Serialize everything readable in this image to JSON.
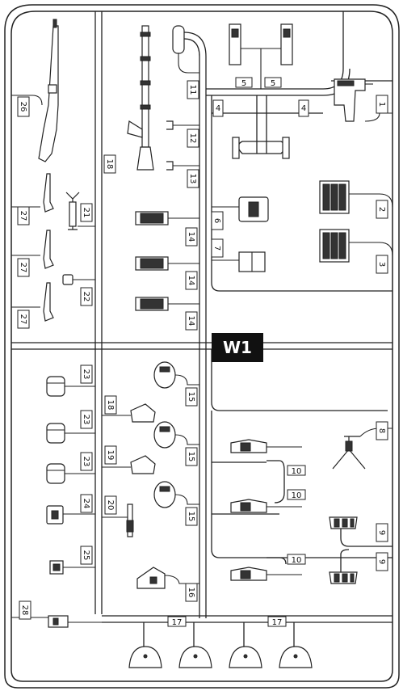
{
  "sprue_id": "W1",
  "part_numbers": {
    "p1": "1",
    "p2": "2",
    "p3": "3",
    "p4a": "4",
    "p4b": "4",
    "p5a": "5",
    "p5b": "5",
    "p6": "6",
    "p7": "7",
    "p8": "8",
    "p9a": "9",
    "p9b": "9",
    "p10a": "10",
    "p10b": "10",
    "p10c": "10",
    "p11": "11",
    "p12": "12",
    "p13": "13",
    "p14a": "14",
    "p14b": "14",
    "p14c": "14",
    "p15a": "15",
    "p15b": "15",
    "p15c": "15",
    "p16": "16",
    "p17a": "17",
    "p17b": "17",
    "p18a": "18",
    "p18b": "18",
    "p19": "19",
    "p20": "20",
    "p21": "21",
    "p22": "22",
    "p23a": "23",
    "p23b": "23",
    "p23c": "23",
    "p24": "24",
    "p25": "25",
    "p26": "26",
    "p27a": "27",
    "p27b": "27",
    "p27c": "27",
    "p28": "28"
  },
  "icons": {
    "rifle": "rifle-icon",
    "bayonet": "bayonet-icon",
    "machine_gun": "machine-gun-icon",
    "smg": "submachine-gun-icon",
    "magazine": "magazine-pouch-icon",
    "helmet": "helmet-icon",
    "bipod": "bipod-icon",
    "mortar": "mortar-icon",
    "canteen": "canteen-icon"
  }
}
